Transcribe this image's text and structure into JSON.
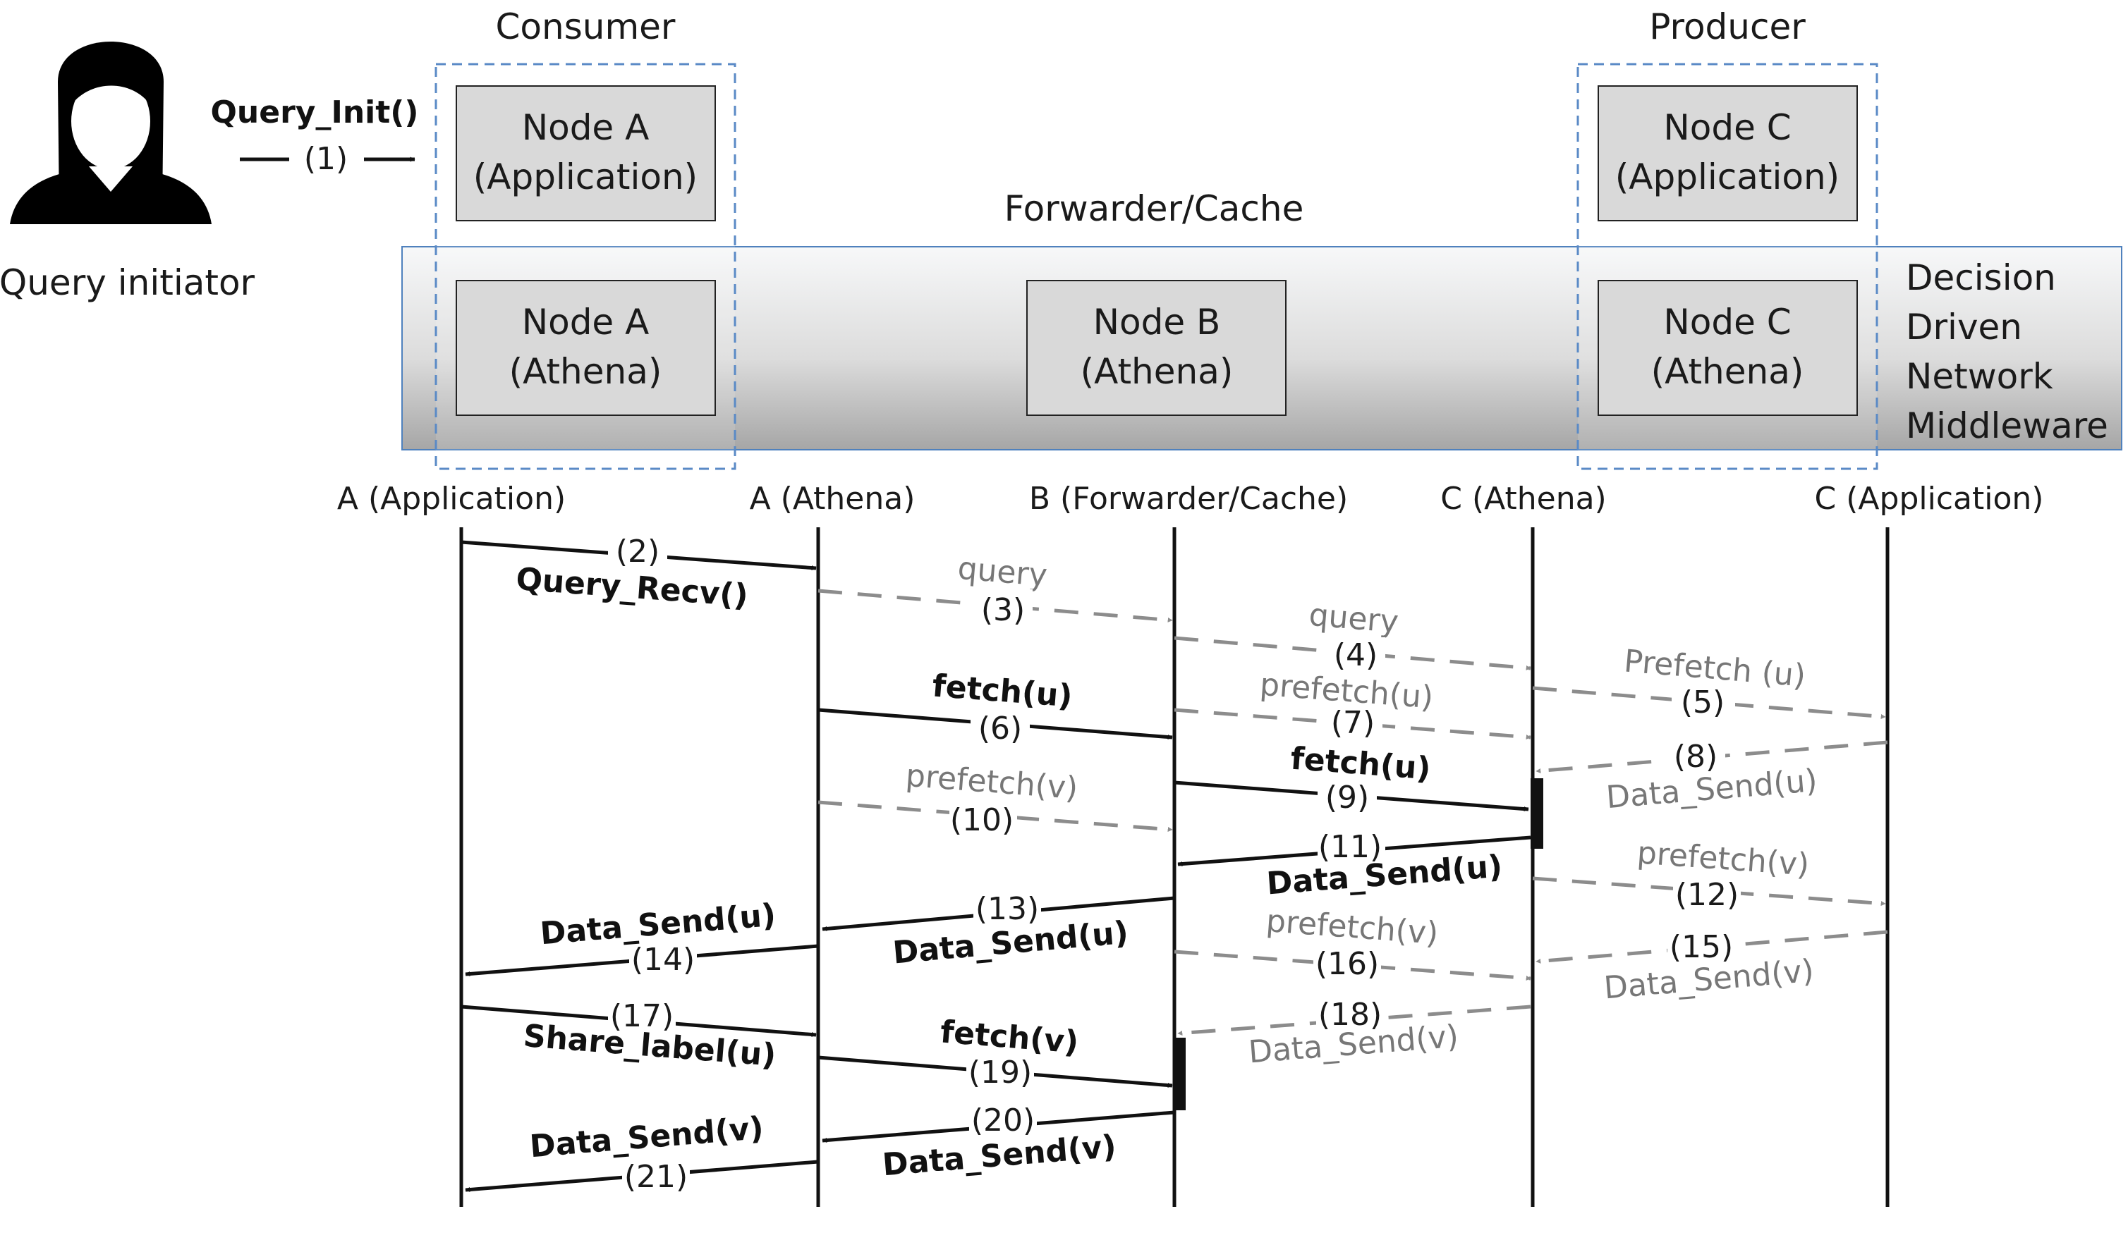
{
  "groups": {
    "consumer": "Consumer",
    "producer": "Producer",
    "forwarder_cache": "Forwarder/Cache"
  },
  "actor": {
    "label": "Query initiator",
    "call": "Query_Init()",
    "step": "(1)"
  },
  "nodes": {
    "a_app": {
      "line1": "Node A",
      "line2": "(Application)"
    },
    "c_app": {
      "line1": "Node C",
      "line2": "(Application)"
    },
    "a_athena": {
      "line1": "Node A",
      "line2": "(Athena)"
    },
    "b_athena": {
      "line1": "Node B",
      "line2": "(Athena)"
    },
    "c_athena": {
      "line1": "Node C",
      "line2": "(Athena)"
    }
  },
  "middleware": [
    "Decision",
    "Driven",
    "Network",
    "Middleware"
  ],
  "lifelines": [
    "A (Application)",
    "A (Athena)",
    "B (Forwarder/Cache)",
    "C (Athena)",
    "C (Application)"
  ],
  "messages": [
    {
      "step": "(2)",
      "label": "Query_Recv()",
      "from": "A (Application)",
      "to": "A (Athena)",
      "style": "solid"
    },
    {
      "step": "(3)",
      "label": "query",
      "from": "A (Athena)",
      "to": "B (Forwarder/Cache)",
      "style": "dashed"
    },
    {
      "step": "(4)",
      "label": "query",
      "from": "B (Forwarder/Cache)",
      "to": "C (Athena)",
      "style": "dashed"
    },
    {
      "step": "(5)",
      "label": "Prefetch  (u)",
      "from": "C (Athena)",
      "to": "C (Application)",
      "style": "dashed"
    },
    {
      "step": "(6)",
      "label": "fetch(u)",
      "from": "A (Athena)",
      "to": "B (Forwarder/Cache)",
      "style": "solid"
    },
    {
      "step": "(7)",
      "label": "prefetch(u)",
      "from": "B (Forwarder/Cache)",
      "to": "C (Athena)",
      "style": "dashed"
    },
    {
      "step": "(8)",
      "label": "Data_Send(u)",
      "from": "C (Application)",
      "to": "C (Athena)",
      "style": "dashed"
    },
    {
      "step": "(9)",
      "label": "fetch(u)",
      "from": "B (Forwarder/Cache)",
      "to": "C (Athena)",
      "style": "solid"
    },
    {
      "step": "(10)",
      "label": "prefetch(v)",
      "from": "A (Athena)",
      "to": "B (Forwarder/Cache)",
      "style": "dashed"
    },
    {
      "step": "(11)",
      "label": "Data_Send(u)",
      "from": "C (Athena)",
      "to": "B (Forwarder/Cache)",
      "style": "solid"
    },
    {
      "step": "(12)",
      "label": "prefetch(v)",
      "from": "C (Athena)",
      "to": "C (Application)",
      "style": "dashed"
    },
    {
      "step": "(13)",
      "label": "Data_Send(u)",
      "from": "B (Forwarder/Cache)",
      "to": "A (Athena)",
      "style": "solid"
    },
    {
      "step": "(14)",
      "label": "Data_Send(u)",
      "from": "A (Athena)",
      "to": "A (Application)",
      "style": "solid"
    },
    {
      "step": "(15)",
      "label": "Data_Send(v)",
      "from": "C (Application)",
      "to": "C (Athena)",
      "style": "dashed"
    },
    {
      "step": "(16)",
      "label": "prefetch(v)",
      "from": "B (Forwarder/Cache)",
      "to": "C (Athena)",
      "style": "dashed"
    },
    {
      "step": "(17)",
      "label": "Share_label(u)",
      "from": "A (Application)",
      "to": "A (Athena)",
      "style": "solid"
    },
    {
      "step": "(18)",
      "label": "Data_Send(v)",
      "from": "C (Athena)",
      "to": "B (Forwarder/Cache)",
      "style": "dashed"
    },
    {
      "step": "(19)",
      "label": "fetch(v)",
      "from": "A (Athena)",
      "to": "B (Forwarder/Cache)",
      "style": "solid"
    },
    {
      "step": "(20)",
      "label": "Data_Send(v)",
      "from": "B (Forwarder/Cache)",
      "to": "A (Athena)",
      "style": "solid"
    },
    {
      "step": "(21)",
      "label": "Data_Send(v)",
      "from": "A (Athena)",
      "to": "A (Application)",
      "style": "solid"
    }
  ],
  "colors": {
    "solid_arrow": "#111111",
    "dashed_arrow": "#8c8c8c",
    "box_fill": "#d9d9d9",
    "group_border": "#5a8ac6",
    "band_border": "#4f81bd"
  }
}
